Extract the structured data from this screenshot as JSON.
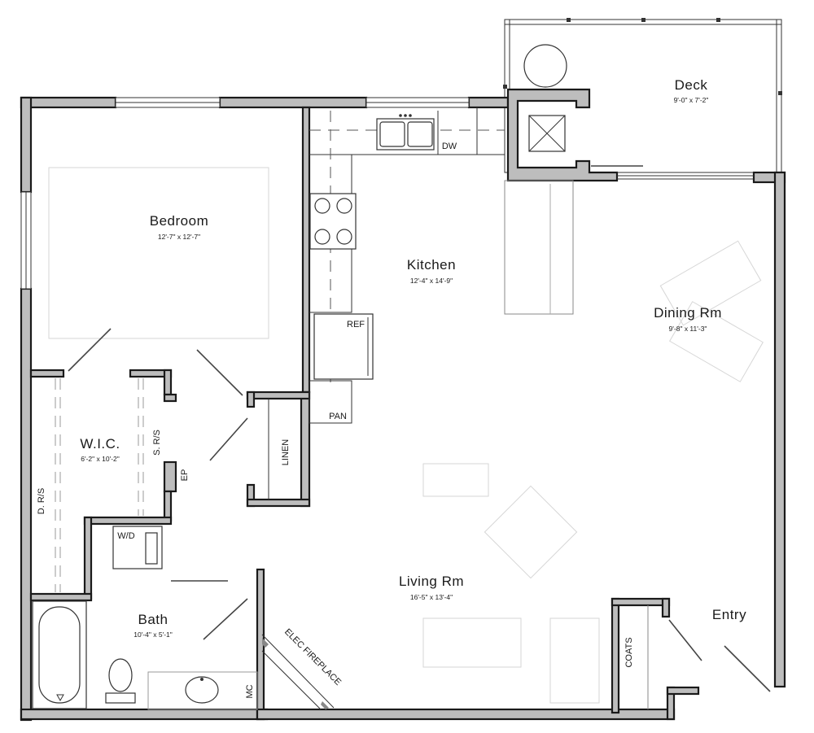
{
  "rooms": {
    "deck": {
      "name": "Deck",
      "dims": "9'-0\" x 7'-2\""
    },
    "bedroom": {
      "name": "Bedroom",
      "dims": "12'-7\" x 12'-7\""
    },
    "kitchen": {
      "name": "Kitchen",
      "dims": "12'-4\" x 14'-9\""
    },
    "dining": {
      "name": "Dining Rm",
      "dims": "9'-8\" x 11'-3\""
    },
    "wic": {
      "name": "W.I.C.",
      "dims": "6'-2\" x 10'-2\""
    },
    "living": {
      "name": "Living Rm",
      "dims": "16'-5\" x 13'-4\""
    },
    "bath": {
      "name": "Bath",
      "dims": "10'-4\" x 5'-1\""
    },
    "entry": {
      "name": "Entry"
    }
  },
  "labels": {
    "dw": "DW",
    "ref": "REF",
    "pan": "PAN",
    "linen": "LINEN",
    "s_rs": "S. R/S",
    "d_rs": "D. R/S",
    "ep": "EP",
    "wd": "W/D",
    "coats": "COATS",
    "mc": "MC",
    "fireplace": "ELEC FIREPLACE"
  }
}
